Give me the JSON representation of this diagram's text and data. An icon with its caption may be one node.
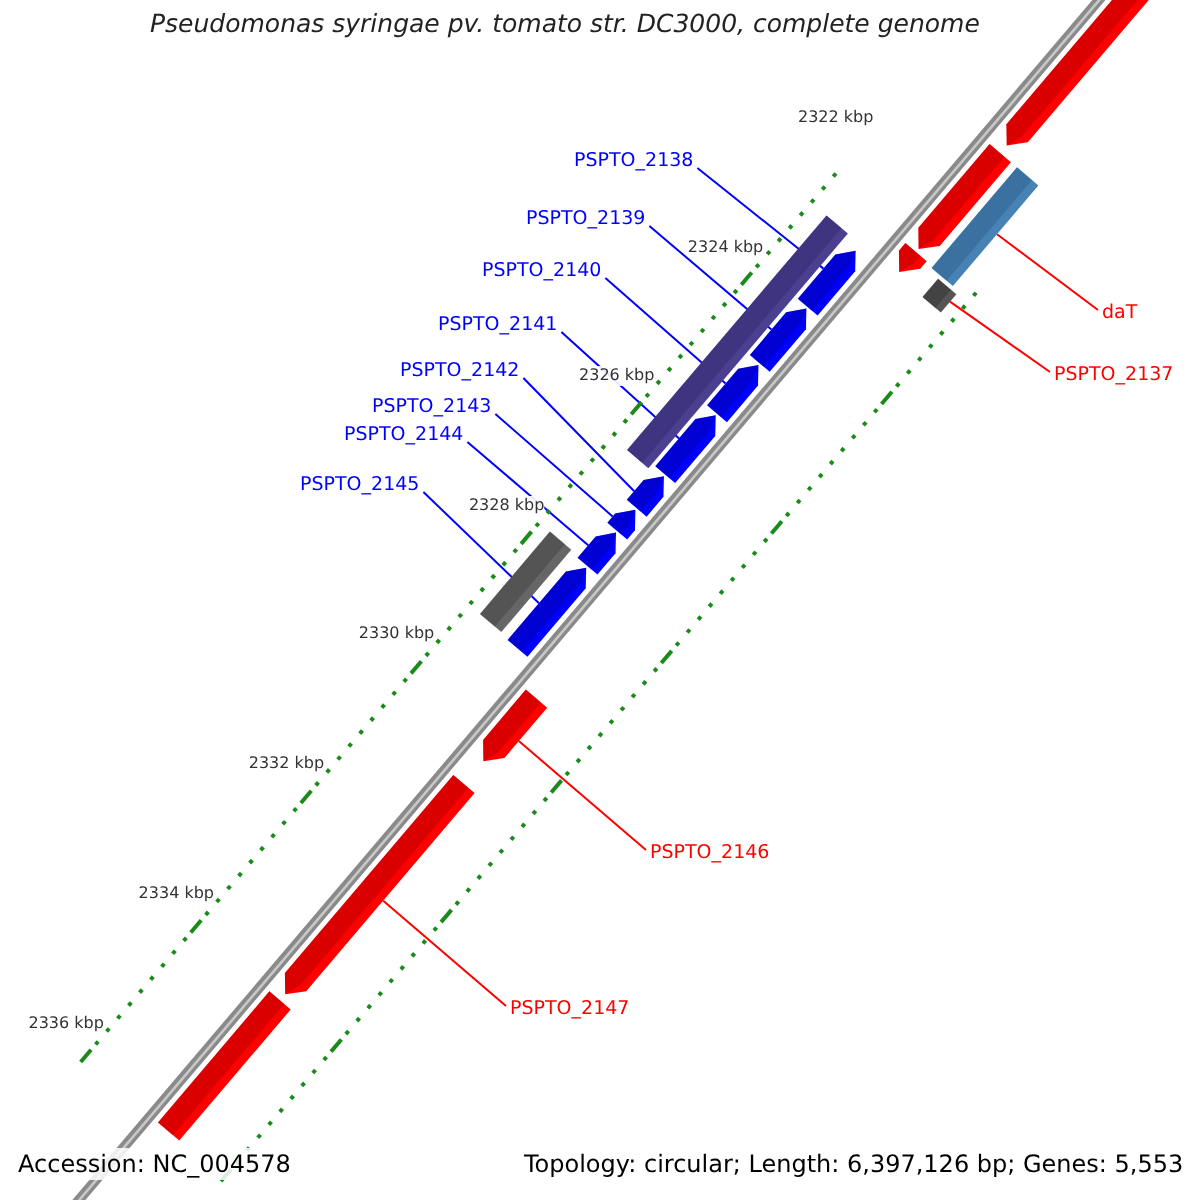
{
  "diagram": {
    "title": "Pseudomonas syringae pv. tomato str. DC3000, complete genome",
    "nodes": [
      {
        "text": [
          "PSPTO_2138"
        ]
      },
      {
        "text": [
          "PSPTO_2139"
        ]
      },
      {
        "text": [
          "PSPTO_2140"
        ]
      },
      {
        "text": [
          "PSPTO_2141"
        ]
      },
      {
        "text": [
          "PSPTO_2142"
        ]
      },
      {
        "text": [
          "PSPTO_2143"
        ]
      },
      {
        "text": [
          "PSPTO_2144"
        ]
      },
      {
        "text": [
          "PSPTO_2145"
        ]
      },
      {
        "text": [
          "daT"
        ]
      },
      {
        "text": [
          "PSPTO_2137"
        ]
      },
      {
        "text": [
          "PSPTO_2146"
        ]
      },
      {
        "text": [
          "PSPTO_2147"
        ]
      },
      {
        "text": [],
        "shape": "arrow"
      },
      {
        "text": [],
        "shape": "arrow"
      },
      {
        "text": [],
        "shape": "bar"
      },
      {
        "text": [],
        "shape": "arrow"
      },
      {
        "text": [],
        "shape": "bar"
      },
      {
        "text": [],
        "shape": "arrow"
      },
      {
        "text": [],
        "shape": "arrow"
      },
      {
        "text": [],
        "shape": "arrow"
      },
      {
        "text": [],
        "shape": "arrow"
      },
      {
        "text": [],
        "shape": "arrow"
      },
      {
        "text": [],
        "shape": "arrow"
      },
      {
        "text": [],
        "shape": "arrow"
      },
      {
        "text": [],
        "shape": "arrow"
      },
      {
        "text": [],
        "shape": "bar"
      },
      {
        "text": [],
        "shape": "bar"
      },
      {
        "text": [],
        "shape": "arrow"
      },
      {
        "text": [],
        "shape": "arrow"
      },
      {
        "text": [],
        "shape": "arrow"
      }
    ],
    "edges": [
      {
        "from": 0,
        "to": 17,
        "arrow": "none"
      },
      {
        "from": 1,
        "to": 18,
        "arrow": "none"
      },
      {
        "from": 2,
        "to": 19,
        "arrow": "none"
      },
      {
        "from": 3,
        "to": 20,
        "arrow": "none"
      },
      {
        "from": 4,
        "to": 21,
        "arrow": "none"
      },
      {
        "from": 5,
        "to": 22,
        "arrow": "none"
      },
      {
        "from": 6,
        "to": 23,
        "arrow": "none"
      },
      {
        "from": 7,
        "to": 24,
        "arrow": "none"
      },
      {
        "from": 8,
        "to": 14,
        "arrow": "none",
        "color": "#ff0000"
      },
      {
        "from": 9,
        "to": 16,
        "arrow": "none",
        "color": "#ff0000"
      },
      {
        "from": 10,
        "to": 27,
        "arrow": "none",
        "color": "#ff0000"
      },
      {
        "from": 11,
        "to": 28,
        "arrow": "none",
        "color": "#ff0000"
      }
    ],
    "labels": [
      "2322 kbp",
      "2324 kbp",
      "2326 kbp",
      "2328 kbp",
      "2330 kbp",
      "2332 kbp",
      "2334 kbp",
      "2336 kbp",
      "Accession: NC_004578",
      "Topology: circular; Length: 6,397,126 bp; Genes: 5,553"
    ]
  }
}
